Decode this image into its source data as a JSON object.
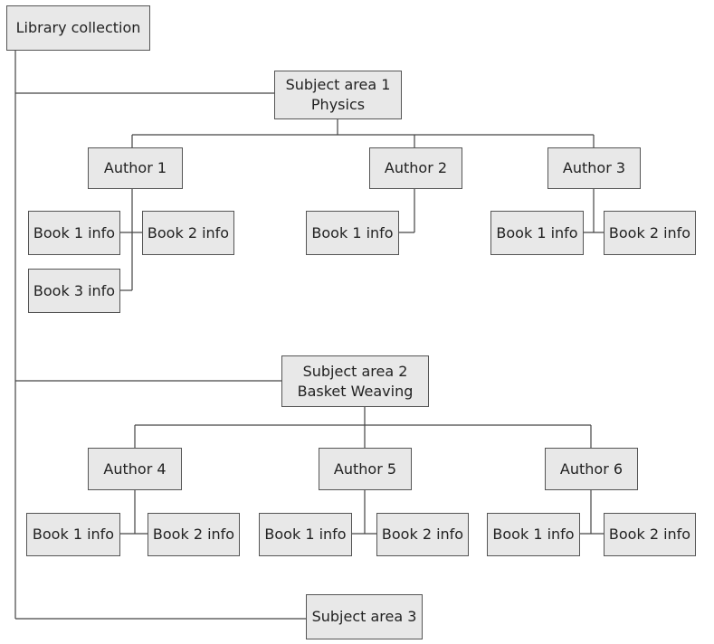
{
  "root": {
    "label": "Library collection"
  },
  "subject1": {
    "line1": "Subject area 1",
    "line2": "Physics"
  },
  "subject2": {
    "line1": "Subject area 2",
    "line2": "Basket Weaving"
  },
  "subject3": {
    "label": "Subject area 3"
  },
  "authors": {
    "a1": "Author 1",
    "a2": "Author 2",
    "a3": "Author 3",
    "a4": "Author 4",
    "a5": "Author 5",
    "a6": "Author 6"
  },
  "books": {
    "book1": "Book 1 info",
    "book2": "Book 2 info",
    "book3": "Book 3 info"
  }
}
